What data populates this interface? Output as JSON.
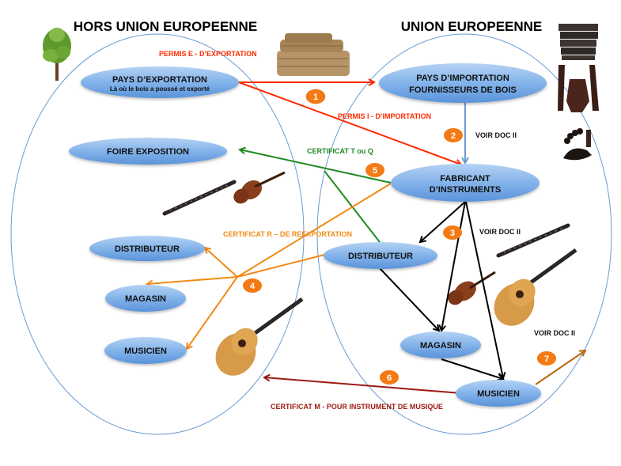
{
  "regions": {
    "outside_eu": {
      "title": "HORS UNION EUROPEENNE"
    },
    "eu": {
      "title": "UNION EUROPEENNE"
    }
  },
  "colors": {
    "region_outline": "#6a9bd1",
    "node_fill_top": "#a9cbf2",
    "node_fill_bottom": "#5f98dd",
    "red": "#ff2a00",
    "green": "#1f8a1f",
    "orange": "#f08a14",
    "black": "#000000",
    "dark_red": "#9b1a12",
    "brown": "#b8690f",
    "blue_arrow": "#6a9bd1",
    "badge": "#f37a14"
  },
  "nodes": {
    "pays_exportation": {
      "label": "PAYS D’EXPORTATION",
      "sub": "Là où le bois a poussé et exporté"
    },
    "foire_exposition": {
      "label": "FOIRE EXPOSITION"
    },
    "distributeur_out": {
      "label": "DISTRIBUTEUR"
    },
    "magasin_out": {
      "label": "MAGASIN"
    },
    "musicien_out": {
      "label": "MUSICIEN"
    },
    "pays_importation": {
      "line1": "PAYS D’IMPORTATION",
      "line2": "FOURNISSEURS DE BOIS"
    },
    "fabricant": {
      "line1": "FABRICANT",
      "line2": "D’INSTRUMENTS"
    },
    "distributeur_eu": {
      "label": "DISTRIBUTEUR"
    },
    "magasin_eu": {
      "label": "MAGASIN"
    },
    "musicien_eu": {
      "label": "MUSICIEN"
    }
  },
  "edge_labels": {
    "permis_e": "PERMIS E - D’EXPORTATION",
    "permis_i": "PERMIS I - D’IMPORTATION",
    "voir_doc_2a": "VOIR DOC II",
    "certificat_tq": "CERTIFICAT T ou Q",
    "certificat_r": "CERTIFICAT R – DE REEXPORTATION",
    "voir_doc_2b": "VOIR DOC II",
    "voir_doc_2c": "VOIR DOC II",
    "certificat_m": "CERTIFICAT M - POUR INSTRUMENT DE MUSIQUE"
  },
  "badges": [
    "1",
    "2",
    "3",
    "4",
    "5",
    "6",
    "7"
  ],
  "images": {
    "tree": "tree-image",
    "logs": "timber-logs-image",
    "planks": "wood-planks-image",
    "guitar_parts": "guitar-wood-parts-image",
    "violin_parts": "violin-fittings-image",
    "clarinet": "clarinet-image",
    "violin": "violin-image",
    "guitar": "acoustic-guitar-image"
  }
}
